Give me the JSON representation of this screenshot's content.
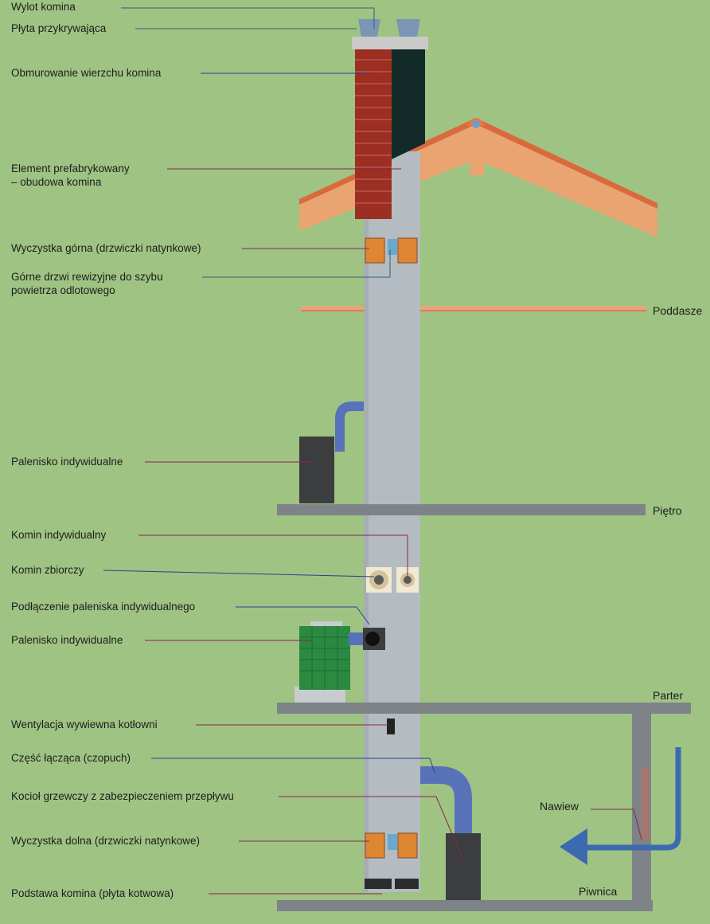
{
  "labels": {
    "wylot": "Wylot komina",
    "plyta": "Płyta przykrywająca",
    "obmurowanie": "Obmurowanie wierzchu komina",
    "element_1": "Element prefabrykowany",
    "element_2": "– obudowa komina",
    "wyczystka_gorna": "Wyczystka górna (drzwiczki natynkowe)",
    "drzwi_1": "Górne drzwi rewizyjne do szybu",
    "drzwi_2": "powietrza odlotowego",
    "palenisko_1": "Palenisko indywidualne",
    "komin_ind": "Komin indywidualny",
    "komin_zb": "Komin zbiorczy",
    "podlaczenie": "Podłączenie paleniska indywidualnego",
    "palenisko_2": "Palenisko indywidualne",
    "wentylacja": "Wentylacja wywiewna kotłowni",
    "czesc": "Część łącząca (czopuch)",
    "kociol": "Kocioł grzewczy z zabezpieczeniem przepływu",
    "wyczystka_dolna": "Wyczystka dolna (drzwiczki natynkowe)",
    "podstawa": "Podstawa komina (płyta kotwowa)"
  },
  "floors": {
    "poddasze": "Poddasze",
    "pietro": "Piętro",
    "parter": "Parter",
    "piwnica": "Piwnica",
    "nawiew": "Nawiew"
  },
  "colors": {
    "background": "#9fc383",
    "chimney": "#b4bcc2",
    "brick": "#9c2e22",
    "roof": "#e9a472",
    "floor_slab": "#7d8387",
    "pipe": "#5872b9",
    "furnace_dark": "#3b3d3f",
    "furnace_green": "#2a8a42",
    "cleanout": "#dd8733",
    "arrow": "#3c6ab1"
  }
}
